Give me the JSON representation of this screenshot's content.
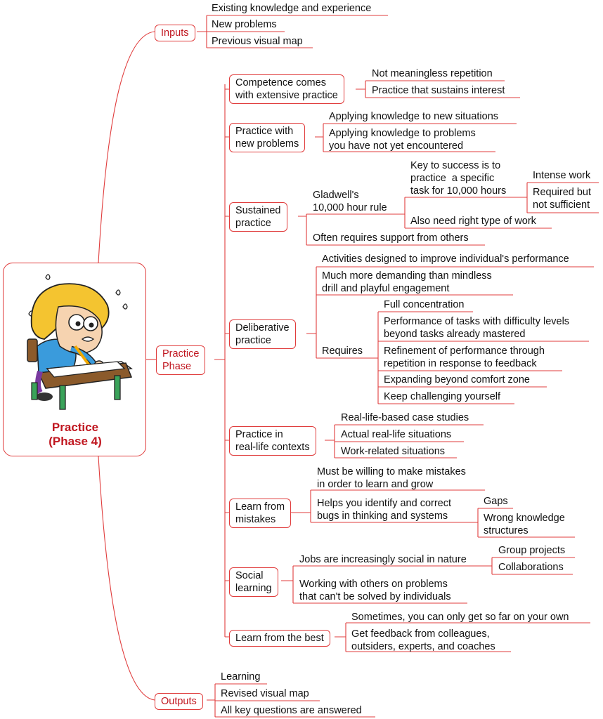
{
  "central": {
    "title": "Practice\n(Phase 4)",
    "image_icon": "stressed-student-at-desk-cartoon"
  },
  "main": {
    "inputs": {
      "label": "Inputs",
      "items": [
        "Existing knowledge and experience",
        "New problems",
        "Previous visual map"
      ]
    },
    "practice_phase": {
      "label": "Practice\nPhase"
    },
    "outputs": {
      "label": "Outputs",
      "items": [
        "Learning",
        "Revised visual map",
        "All key questions are answered"
      ]
    }
  },
  "nodes": {
    "competence": {
      "label": "Competence comes\nwith extensive practice",
      "items": [
        "Not meaningless repetition",
        "Practice that sustains interest"
      ]
    },
    "new_problems": {
      "label": "Practice with\nnew problems",
      "items": [
        "Applying knowledge to new situations",
        "Applying knowledge to problems\nyou have not yet encountered"
      ]
    },
    "sustained": {
      "label": "Sustained\npractice",
      "gladwell": "Gladwell's\n10,000 hour rule",
      "key": "Key to success is to\npractice  a specific\ntask for 10,000 hours",
      "key_items": [
        "Intense work",
        "Required but\nnot sufficient"
      ],
      "right_type": "Also need right type of work",
      "support": "Often requires support from others"
    },
    "deliberative": {
      "label": "Deliberative\npractice",
      "items": [
        "Activities designed to improve individual's performance",
        "Much more demanding than mindless\ndrill and playful engagement"
      ],
      "requires": "Requires",
      "requires_items": [
        "Full concentration",
        "Performance of tasks with difficulty levels\nbeyond tasks already mastered",
        "Refinement of performance through\nrepetition in response to feedback",
        "Expanding beyond comfort zone",
        "Keep challenging yourself"
      ]
    },
    "real_life": {
      "label": "Practice in\nreal-life contexts",
      "items": [
        "Real-life-based case studies",
        "Actual real-life situations",
        "Work-related situations"
      ]
    },
    "mistakes": {
      "label": "Learn from\nmistakes",
      "items": [
        "Must be willing to make mistakes\nin order to learn and grow",
        "Helps you identify and correct\nbugs in thinking and systems"
      ],
      "bug_items": [
        "Gaps",
        "Wrong knowledge\nstructures"
      ]
    },
    "social": {
      "label": "Social\nlearning",
      "jobs": "Jobs are increasingly social in nature",
      "jobs_items": [
        "Group projects",
        "Collaborations"
      ],
      "working": "Working with others on problems\nthat can't be solved by individuals"
    },
    "best": {
      "label": "Learn from the best",
      "items": [
        "Sometimes, you can only get so far on your own",
        "Get feedback from colleagues,\noutsiders, experts, and coaches"
      ]
    }
  },
  "colors": {
    "line": "#e03c3c",
    "main_text": "#c0161f",
    "text": "#111111"
  }
}
